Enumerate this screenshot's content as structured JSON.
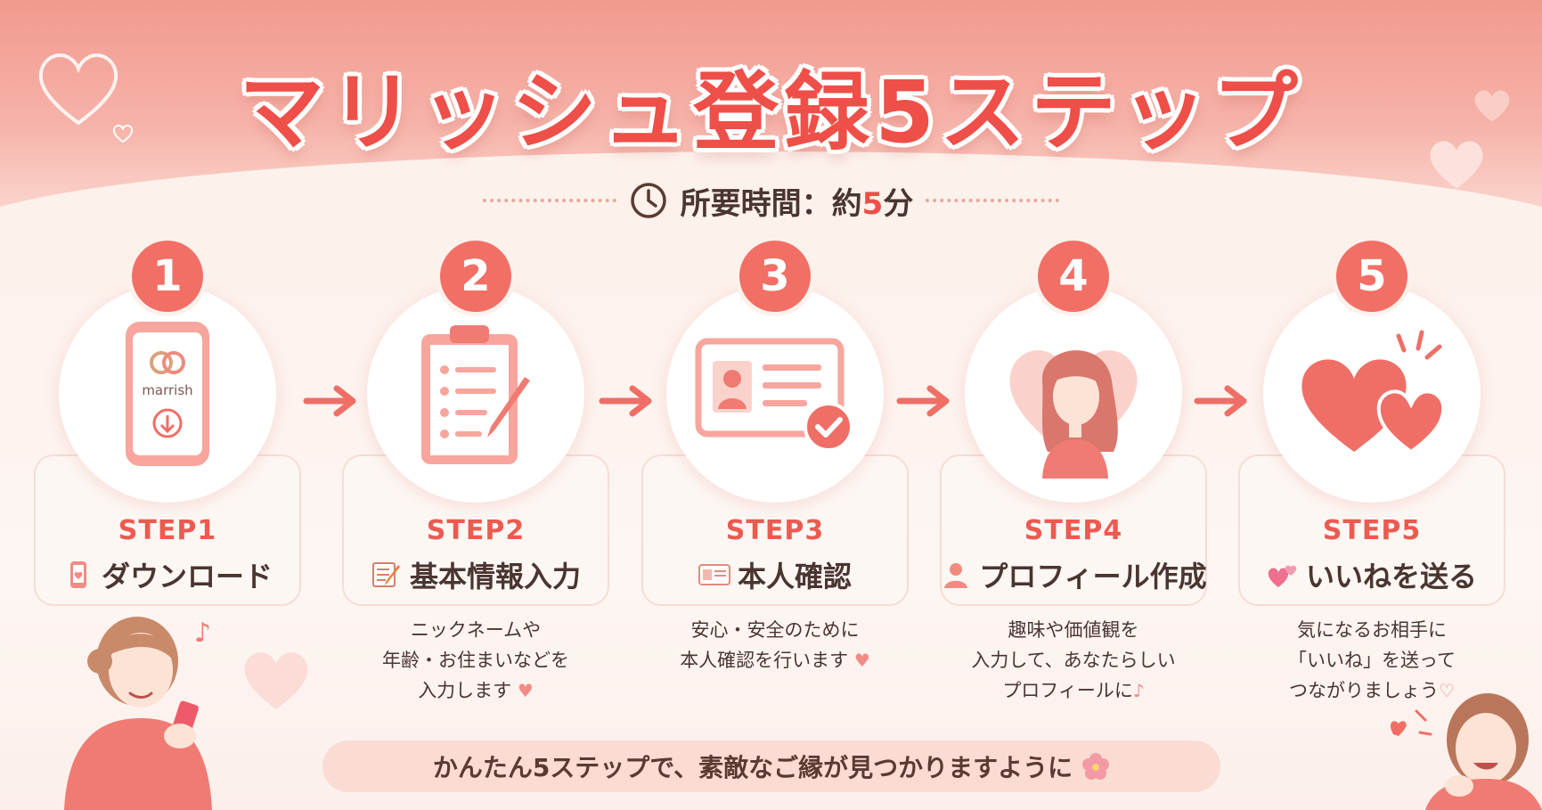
{
  "title": "マリッシュ登録5ステップ",
  "time": {
    "prefix": "所要時間：約",
    "number": "5",
    "unit": "分",
    "icon": "clock-icon"
  },
  "steps": [
    {
      "number": "1",
      "label": "STEP1",
      "title": "ダウンロード",
      "icon": "smartphone-icon",
      "brand": "marrish",
      "desc": [
        "",
        "",
        ""
      ],
      "desc_heart": ""
    },
    {
      "number": "2",
      "label": "STEP2",
      "title": "基本情報入力",
      "icon": "clipboard-icon",
      "desc": [
        "ニックネームや",
        "年齢・お住まいなどを",
        "入力します"
      ],
      "desc_heart": "♥"
    },
    {
      "number": "3",
      "label": "STEP3",
      "title": "本人確認",
      "icon": "id-card-icon",
      "desc": [
        "安心・安全のために",
        "本人確認を行います",
        ""
      ],
      "desc_heart": "♥"
    },
    {
      "number": "4",
      "label": "STEP4",
      "title": "プロフィール作成",
      "icon": "woman-profile-icon",
      "desc": [
        "趣味や価値観を",
        "入力して、あなたらしい",
        "プロフィールに"
      ],
      "desc_heart": "♪"
    },
    {
      "number": "5",
      "label": "STEP5",
      "title": "いいねを送る",
      "icon": "hearts-icon",
      "desc": [
        "気になるお相手に",
        "「いいね」を送って",
        "つながりましょう"
      ],
      "desc_heart": "♡"
    }
  ],
  "banner": {
    "text": "かんたん5ステップで、素敵なご縁が見つかりますように",
    "icon": "flower-icon"
  },
  "colors": {
    "accent": "#ee4f48",
    "step_circle": "#f26f65",
    "card_border": "#f7dcd4",
    "banner_bg": "#fbdcd5"
  }
}
